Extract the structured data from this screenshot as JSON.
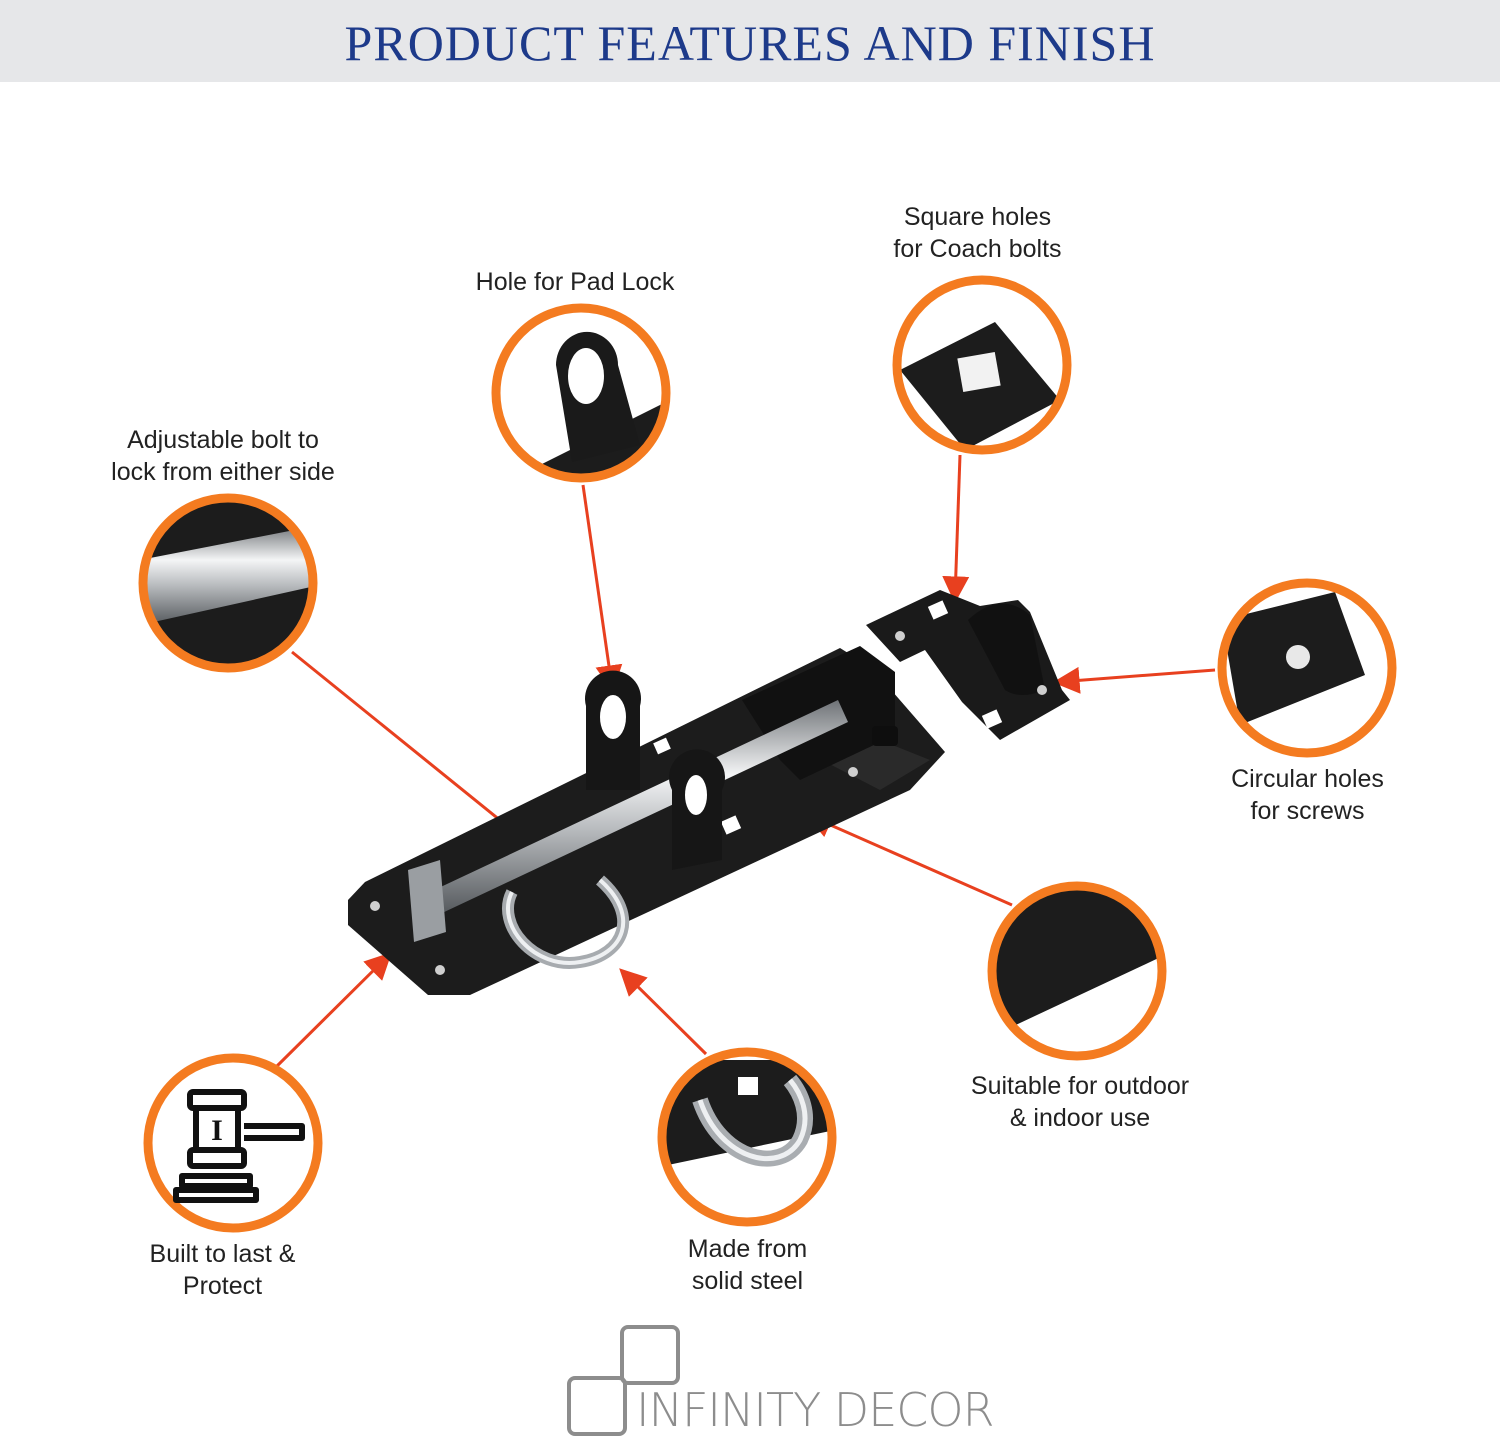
{
  "header": {
    "title": "PRODUCT FEATURES AND FINISH"
  },
  "colors": {
    "banner_bg": "#e6e7e9",
    "title": "#1d3a8a",
    "ring": "#f47b20",
    "arrow": "#e8401f",
    "metal_black": "#1c1c1c"
  },
  "features": [
    {
      "id": "padlock",
      "line1": "Hole for Pad Lock",
      "line2": ""
    },
    {
      "id": "coach",
      "line1": "Square holes",
      "line2": "for Coach bolts"
    },
    {
      "id": "bolt",
      "line1": "Adjustable bolt to",
      "line2": "lock from either side"
    },
    {
      "id": "screws",
      "line1": "Circular holes",
      "line2": "for screws"
    },
    {
      "id": "outdoor",
      "line1": "Suitable for outdoor",
      "line2": "& indoor use"
    },
    {
      "id": "steel",
      "line1": "Made from",
      "line2": "solid steel"
    },
    {
      "id": "built",
      "line1": "Built to last &",
      "line2": "Protect"
    }
  ],
  "icons": [
    "gavel-icon",
    "infinity-decor-logo"
  ],
  "brand": {
    "name": "INFINITY DECOR"
  }
}
